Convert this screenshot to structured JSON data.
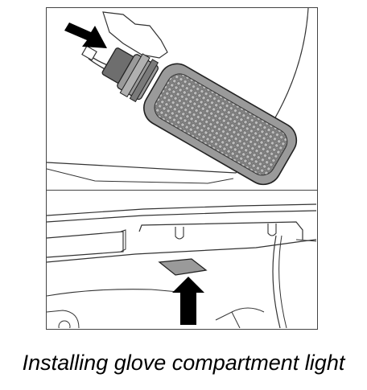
{
  "caption": "Installing glove compartment light",
  "figure": {
    "panels": [
      {
        "name": "lamp-closeup",
        "arrow_icon": "push-arrow-icon"
      },
      {
        "name": "dashboard-underside",
        "arrow_icon": "push-arrow-icon"
      }
    ]
  },
  "colors": {
    "line": "#333333",
    "lamp_fill": "#8a8a8a",
    "arrow": "#000000"
  }
}
